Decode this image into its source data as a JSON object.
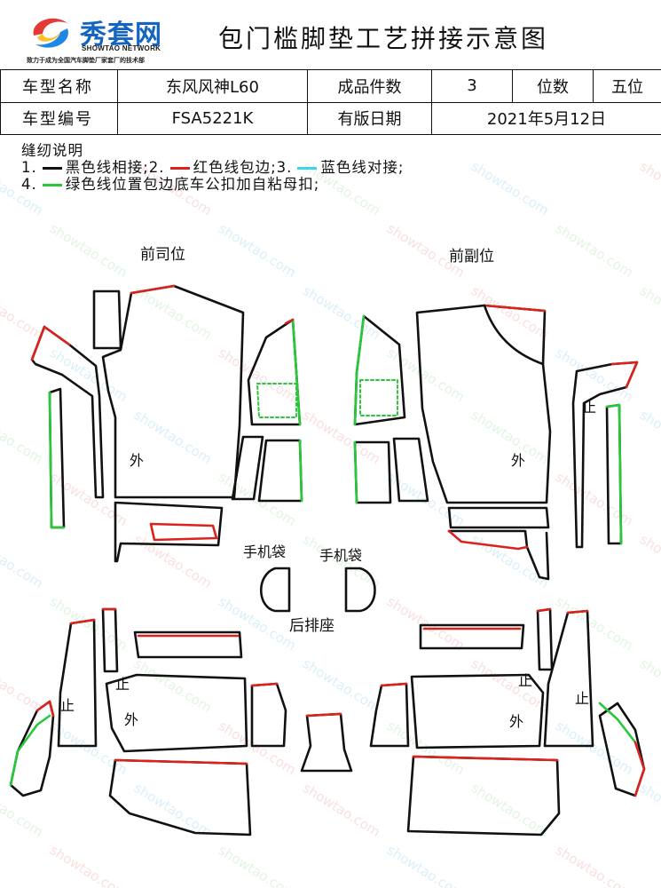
{
  "header": {
    "logo_name": "秀套网",
    "logo_en": "SHOWTAO NETWORK",
    "logo_slogan": "致力于成为全国汽车脚垫厂家套厂的技术部",
    "title": "包门槛脚垫工艺拼接示意图"
  },
  "info_table": {
    "model_name_label": "车型名称",
    "model_name": "东风风神L60",
    "piece_count_label": "成品件数",
    "piece_count": "3",
    "seats_label": "位数",
    "seats": "五位",
    "model_code_label": "车型编号",
    "model_code": "FSA5221K",
    "pattern_date_label": "有版日期",
    "pattern_date": "2021年5月12日"
  },
  "sewing_notes": {
    "heading": "缝纫说明",
    "line1_p1": "1.",
    "line1_t1": "黑色线相接;2.",
    "line1_t2": "红色线包边;3.",
    "line1_t3": "蓝色线对接;",
    "line2_p1": "4.",
    "line2_t1": "绿色线位置包边底车公扣加自粘母扣;"
  },
  "colors": {
    "black": "#111111",
    "red": "#d9231c",
    "blue": "#3ed6e6",
    "green": "#28c83a"
  },
  "diagram_labels": {
    "front_driver": "前司位",
    "front_passenger": "前副位",
    "outside": "外",
    "stop": "止",
    "phone_pocket": "手机袋",
    "rear_seat": "后排座"
  },
  "watermark_text": "showtao.com"
}
